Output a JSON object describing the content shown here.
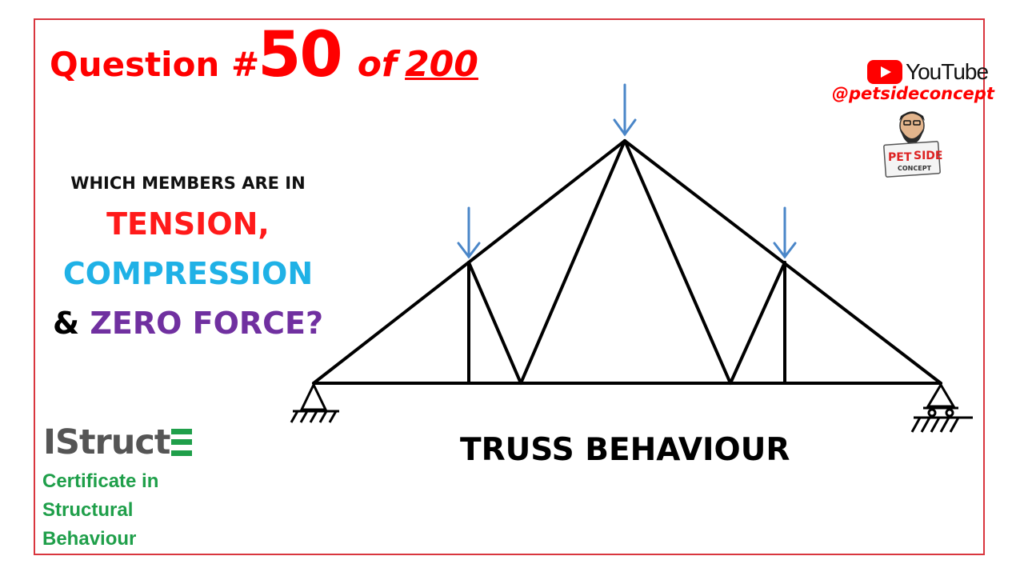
{
  "question": {
    "word": "Question #",
    "number": "50",
    "of": "of",
    "total": "200"
  },
  "prompt": {
    "line1": "WHICH MEMBERS ARE IN",
    "tension": "TENSION,",
    "compression": "COMPRESSION",
    "ampersand": "&",
    "zero_force": "ZERO FORCE?"
  },
  "brand": {
    "istruct": "IStruct",
    "certificate": "Certificate in Structural Behaviour"
  },
  "diagram_title": "TRUSS BEHAVIOUR",
  "channel": {
    "platform": "YouTube",
    "handle": "@petsideconcept",
    "logo_text_1": "PET",
    "logo_text_2": "SIDE",
    "logo_text_3": "CONCEPT"
  },
  "colors": {
    "frame": "#d9363e",
    "question": "#ff0000",
    "tension": "#ff1a1a",
    "compression": "#1fb1e6",
    "zero_force": "#7030a0",
    "istruct_green": "#1f9f4a",
    "load_arrow": "#4a86c8",
    "members": "#000000"
  },
  "icons": {
    "youtube": "youtube-play-icon",
    "mascot": "mascot-logo",
    "load": "down-arrow-icon",
    "support_pin": "pin-support-icon",
    "support_roller": "roller-support-icon"
  }
}
